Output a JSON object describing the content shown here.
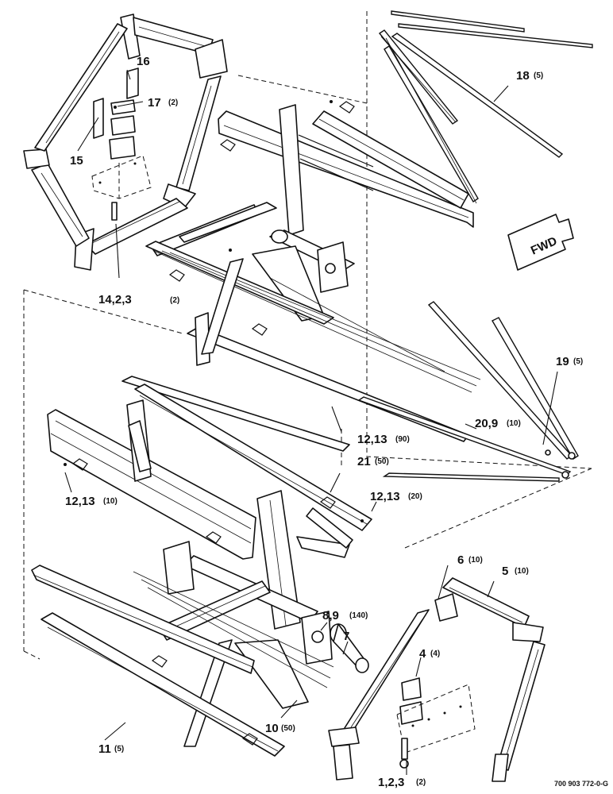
{
  "callouts": [
    {
      "id": "c16",
      "num": "16",
      "qty": ""
    },
    {
      "id": "c17",
      "num": "17",
      "qty": "(2)"
    },
    {
      "id": "c15",
      "num": "15",
      "qty": ""
    },
    {
      "id": "c14",
      "num": "14,2,3",
      "qty": "(2)"
    },
    {
      "id": "c18",
      "num": "18",
      "qty": "(5)"
    },
    {
      "id": "c19",
      "num": "19",
      "qty": "(5)"
    },
    {
      "id": "c20",
      "num": "20,9",
      "qty": "(10)"
    },
    {
      "id": "c12a",
      "num": "12,13",
      "qty": "(90)"
    },
    {
      "id": "c21",
      "num": "21",
      "qty": "(50)"
    },
    {
      "id": "c12b",
      "num": "12,13",
      "qty": "(10)"
    },
    {
      "id": "c12c",
      "num": "12,13",
      "qty": "(20)"
    },
    {
      "id": "c6",
      "num": "6",
      "qty": "(10)"
    },
    {
      "id": "c5",
      "num": "5",
      "qty": "(10)"
    },
    {
      "id": "c8",
      "num": "8,9",
      "qty": "(140)"
    },
    {
      "id": "c7",
      "num": "7",
      "qty": ""
    },
    {
      "id": "c4",
      "num": "4",
      "qty": "(4)"
    },
    {
      "id": "c10",
      "num": "10",
      "qty": "(50)"
    },
    {
      "id": "c11",
      "num": "11",
      "qty": "(5)"
    },
    {
      "id": "c1",
      "num": "1,2,3",
      "qty": "(2)"
    }
  ],
  "direction_arrow": "FWD",
  "drawing_code": "700 903 772-0-G",
  "colors": {
    "ink": "#111111",
    "paper": "#ffffff"
  }
}
